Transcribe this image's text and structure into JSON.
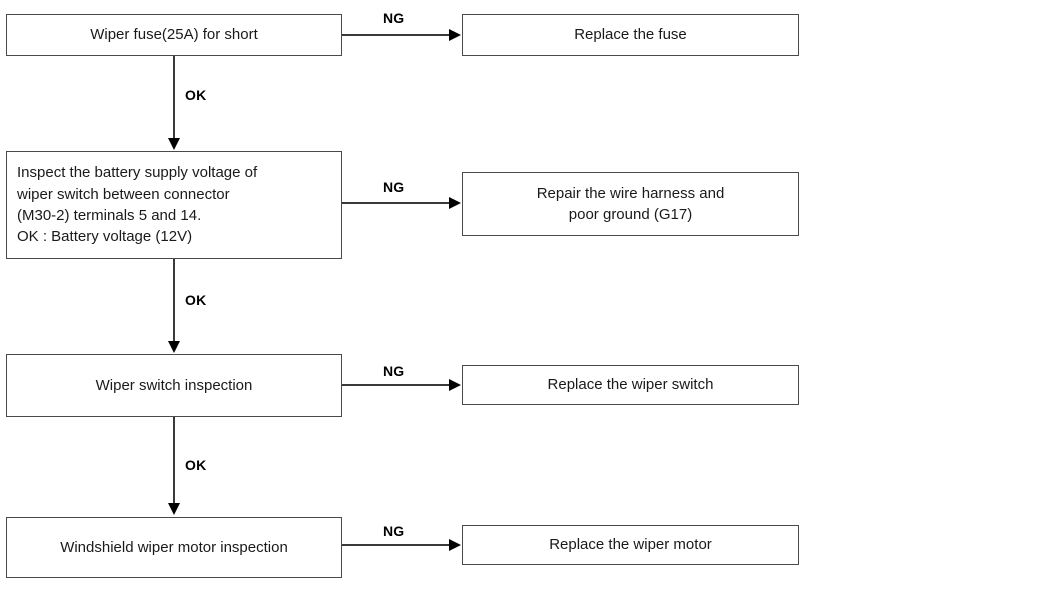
{
  "diagram": {
    "title": "Windshield wiper troubleshooting flowchart",
    "type": "flowchart",
    "line_color": "#3a3a3a",
    "box_border_color": "#4a4a4a",
    "text_color": "#1a1a1a",
    "background": "#ffffff"
  },
  "steps": [
    {
      "id": "step-1",
      "check_label": "Wiper fuse(25A) for short",
      "ng_label": "NG",
      "ng_result": "Replace the fuse",
      "ok_label": "OK"
    },
    {
      "id": "step-2",
      "check_label": "Inspect the battery supply voltage of\nwiper switch between connector\n(M30-2) terminals 5 and 14.\nOK : Battery voltage (12V)",
      "ng_label": "NG",
      "ng_result": "Repair the wire harness and\npoor ground (G17)",
      "ok_label": "OK"
    },
    {
      "id": "step-3",
      "check_label": "Wiper switch inspection",
      "ng_label": "NG",
      "ng_result": "Replace the wiper switch",
      "ok_label": "OK"
    },
    {
      "id": "step-4",
      "check_label": "Windshield wiper motor inspection",
      "ng_label": "NG",
      "ng_result": "Replace the wiper motor",
      "ok_label": ""
    }
  ]
}
